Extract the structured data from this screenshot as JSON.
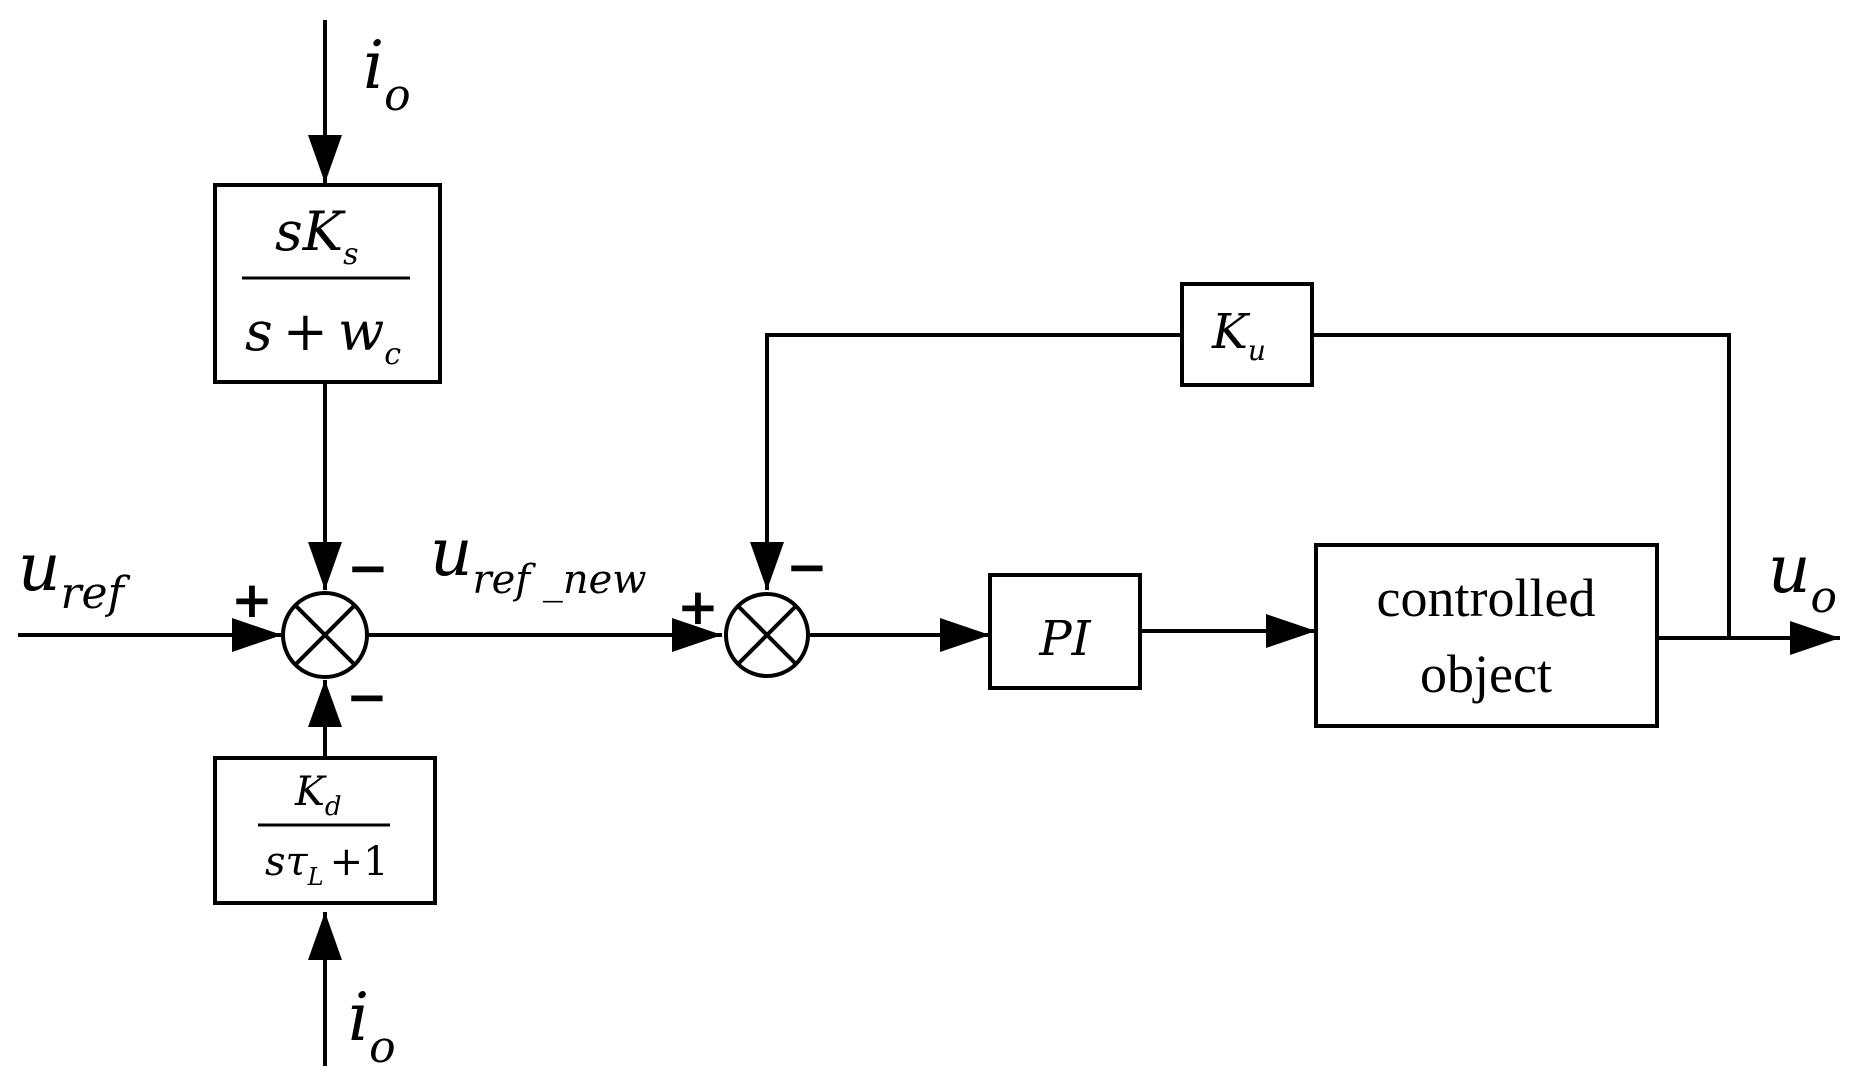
{
  "signals": {
    "io_top": {
      "main": "i",
      "sub": "o"
    },
    "io_bottom": {
      "main": "i",
      "sub": "o"
    },
    "u_ref": {
      "main": "u",
      "sub": "ref"
    },
    "u_ref_new": {
      "main": "u",
      "sub": "ref _new"
    },
    "u_o": {
      "main": "u",
      "sub": "o"
    }
  },
  "blocks": {
    "sks": {
      "num_main": "sK",
      "num_sub": "s",
      "den_a": "s",
      "den_op": "+",
      "den_b": "w",
      "den_sub": "c"
    },
    "kd": {
      "num_main": "K",
      "num_sub": "d",
      "den_a": "s",
      "den_tau": "τ",
      "den_sub": "L",
      "den_tail": "+1"
    },
    "ku": {
      "main": "K",
      "sub": "u"
    },
    "pi": {
      "label": "PI"
    },
    "plant": {
      "line1": "controlled",
      "line2": "object"
    }
  },
  "signs": {
    "sum1_left": "+",
    "sum1_top": "−",
    "sum1_bottom": "−",
    "sum2_left": "+",
    "sum2_top": "−"
  }
}
